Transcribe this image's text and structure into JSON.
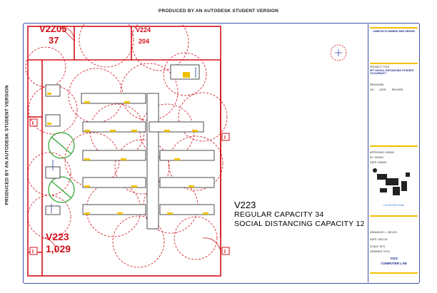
{
  "watermark": "PRODUCED BY AN AUTODESK STUDENT VERSION",
  "rooms": {
    "v2205": {
      "number": "V2Z05",
      "area": "37"
    },
    "v224": {
      "number": "V224",
      "area": "204"
    },
    "v223": {
      "number": "V223",
      "area": "1,029"
    }
  },
  "room_info": {
    "number": "V223",
    "regular_capacity": "REGULAR CAPACITY 34",
    "social_capacity": "SOCIAL DISTANCING CAPACITY 12"
  },
  "title_block": {
    "org": "CAMPUS PLANNING AND DESIGN",
    "project_label": "PROJECT TITLE",
    "project_title": "6FT SOCIAL DISTANCING STUDENT OCCUPANCY",
    "revisions_label": "REVISIONS",
    "col_no": "NO",
    "col_date": "DATE",
    "col_revised": "REVISED",
    "approved": "APPROVED: 000000",
    "by": "BY: 000000",
    "date_top": "DATE: 000000",
    "location_plan": "LOCATION PLAN",
    "drawn_by": "DRAWN BY: L. WELSH",
    "date": "DATE: 2022-00",
    "scale": "SCALE: NTS",
    "drawing_title_label": "DRAWING TITLE",
    "drawing_room": "V223",
    "drawing_name": "COMPUTER LAB"
  },
  "colors": {
    "wall": "#d0101a",
    "border": "#3a4fa8",
    "highlight": "#f0c000",
    "safe": "#2aa32a"
  }
}
